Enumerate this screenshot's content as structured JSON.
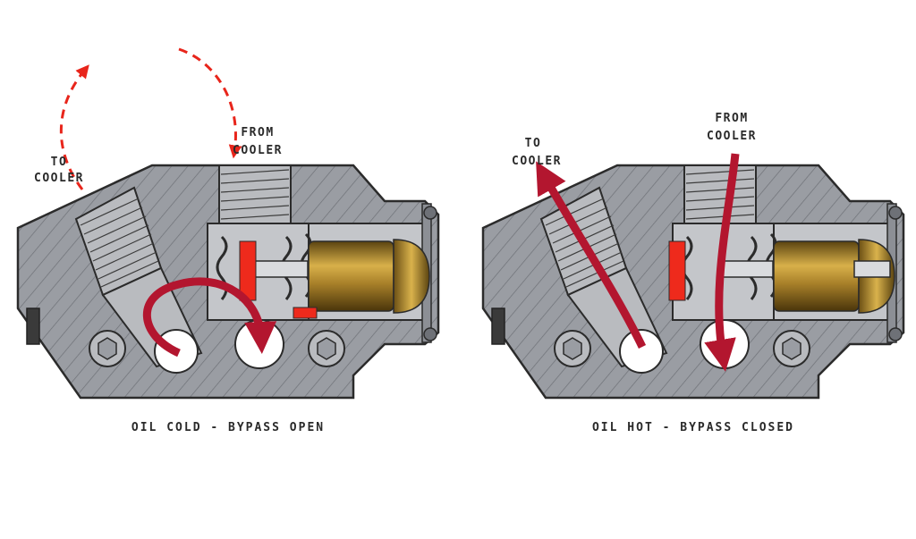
{
  "left_panel": {
    "to_label_line1": "TO",
    "to_label_line2": "COOLER",
    "from_label_line1": "FROM",
    "from_label_line2": "COOLER",
    "caption": "OIL COLD - BYPASS OPEN"
  },
  "right_panel": {
    "to_label_line1": "TO",
    "to_label_line2": "COOLER",
    "from_label_line1": "FROM",
    "from_label_line2": "COOLER",
    "caption": "OIL HOT - BYPASS CLOSED"
  },
  "colors": {
    "body": "#9a9da3",
    "outline": "#2b2b2b",
    "flow_arrow": "#b3162f",
    "dashed_arrow": "#e8251b",
    "valve_red": "#ee2a1c",
    "brass": "#c8a032"
  }
}
